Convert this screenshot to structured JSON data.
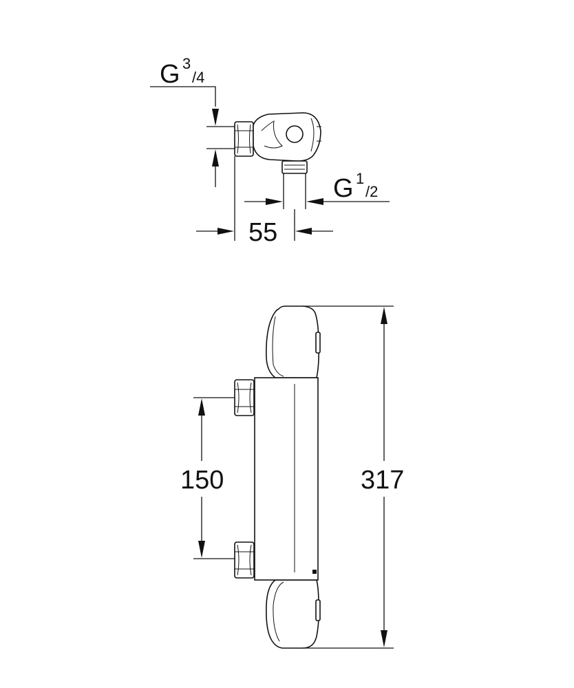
{
  "top_view": {
    "inlet_thread": {
      "prefix": "G",
      "num": "3",
      "den": "/4"
    },
    "outlet_thread": {
      "prefix": "G",
      "num": "1",
      "den": "/2"
    },
    "depth_dim": "55"
  },
  "front_view": {
    "center_distance_dim": "150",
    "length_dim": "317"
  }
}
